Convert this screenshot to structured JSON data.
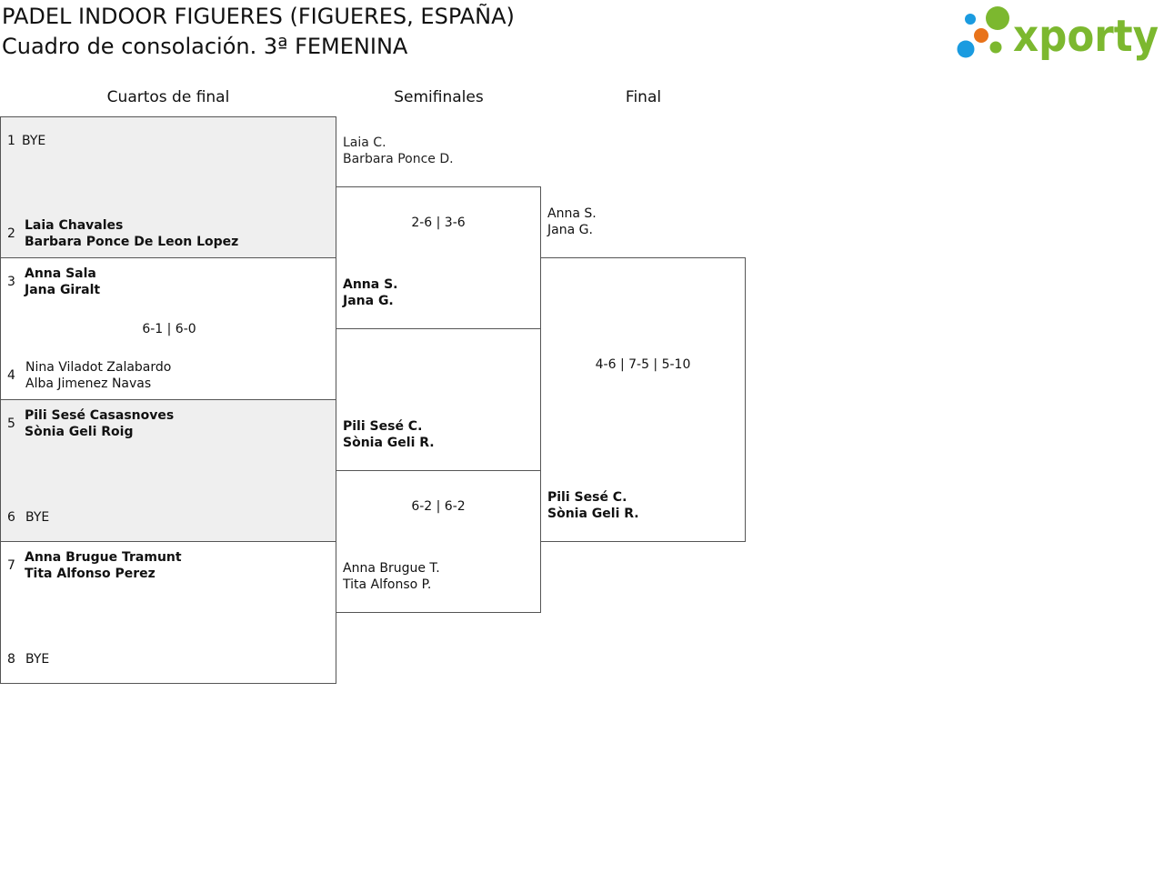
{
  "header": {
    "title_line1": "PADEL INDOOR FIGUERES (FIGUERES, ESPAÑA)",
    "title_line2": "Cuadro de consolación. 3ª FEMENINA",
    "logo_text": "xporty"
  },
  "columns": {
    "quarterfinals": "Cuartos de final",
    "semifinals": "Semifinales",
    "final": "Final"
  },
  "quarterfinals": [
    {
      "score": "",
      "top": {
        "seed": "1",
        "names": [
          "BYE"
        ]
      },
      "bottom": {
        "seed": "2",
        "names": [
          "Laia Chavales",
          "Barbara Ponce De Leon Lopez"
        ]
      }
    },
    {
      "score": "6-1 | 6-0",
      "top": {
        "seed": "3",
        "names": [
          "Anna Sala",
          "Jana Giralt"
        ]
      },
      "bottom": {
        "seed": "4",
        "names": [
          "Nina Viladot Zalabardo",
          "Alba Jimenez Navas"
        ]
      }
    },
    {
      "score": "",
      "top": {
        "seed": "5",
        "names": [
          "Pili Sesé Casasnoves",
          "Sònia Geli Roig"
        ]
      },
      "bottom": {
        "seed": "6",
        "names": [
          "BYE"
        ]
      }
    },
    {
      "score": "",
      "top": {
        "seed": "7",
        "names": [
          "Anna Brugue Tramunt",
          "Tita Alfonso Perez"
        ]
      },
      "bottom": {
        "seed": "8",
        "names": [
          "BYE"
        ]
      }
    }
  ],
  "semifinals": [
    {
      "score": "2-6 | 3-6",
      "top": {
        "names": [
          "Laia C.",
          "Barbara Ponce D."
        ]
      },
      "bottom": {
        "names": [
          "Anna S.",
          "Jana G."
        ]
      }
    },
    {
      "score": "6-2 | 6-2",
      "top": {
        "names": [
          "Pili Sesé C.",
          "Sònia Geli R."
        ]
      },
      "bottom": {
        "names": [
          "Anna Brugue T.",
          "Tita Alfonso P."
        ]
      }
    }
  ],
  "final": {
    "score": "4-6 | 7-5 | 5-10",
    "top": {
      "names": [
        "Anna S.",
        "Jana G."
      ]
    },
    "bottom": {
      "names": [
        "Pili Sesé C.",
        "Sònia Geli R."
      ]
    }
  },
  "colors": {
    "border": "#555555",
    "shade": "#efefef",
    "logo_green": "#7cb82f",
    "logo_blue": "#1a9be0",
    "logo_orange": "#e8731a"
  }
}
